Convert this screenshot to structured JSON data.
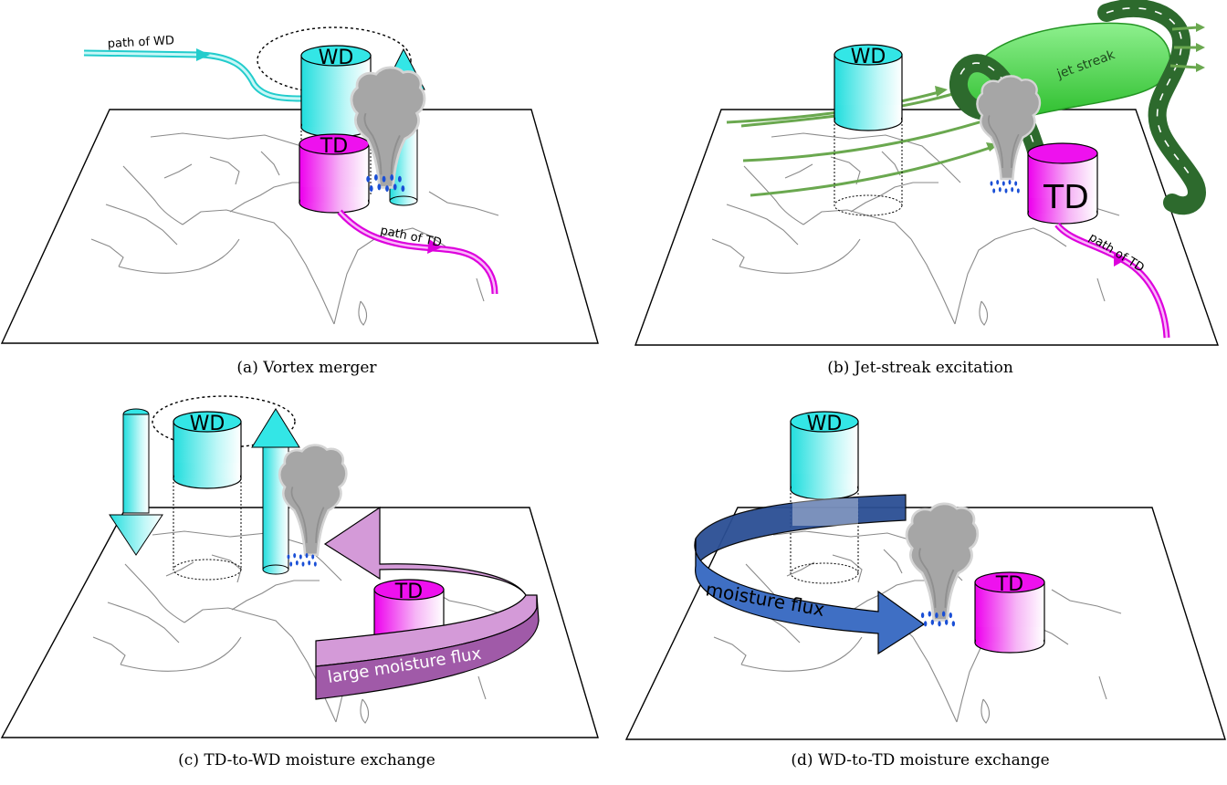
{
  "panels": {
    "a": {
      "caption": "(a) Vortex merger",
      "wd_label": "WD",
      "td_label": "TD",
      "wd_path_label": "path of WD",
      "td_path_label": "path of TD"
    },
    "b": {
      "caption": "(b) Jet-streak excitation",
      "wd_label": "WD",
      "td_label": "TD",
      "jet_label": "jet streak",
      "td_path_label": "path of TD"
    },
    "c": {
      "caption": "(c) TD-to-WD moisture exchange",
      "wd_label": "WD",
      "td_label": "TD",
      "flux_label": "large moisture flux"
    },
    "d": {
      "caption": "(d) WD-to-TD moisture exchange",
      "wd_label": "WD",
      "td_label": "TD",
      "flux_label": "moisture flux"
    }
  },
  "colors": {
    "wd_cyan": "#33e6e6",
    "td_magenta": "#ee11ee",
    "path_wd": "#22cccc",
    "path_td": "#dd00dd",
    "jet_green": "#4cd64c",
    "jet_dark_green": "#2d6a2d",
    "flow_green": "#6aa84f",
    "flux_purple": "#a05aa8",
    "flux_light_purple": "#d49ad8",
    "flux_blue": "#3f6fc4",
    "flux_dark_blue": "#2b4f94",
    "cloud_gray": "#a9a9a9",
    "rain_blue": "#1a4fd6"
  }
}
